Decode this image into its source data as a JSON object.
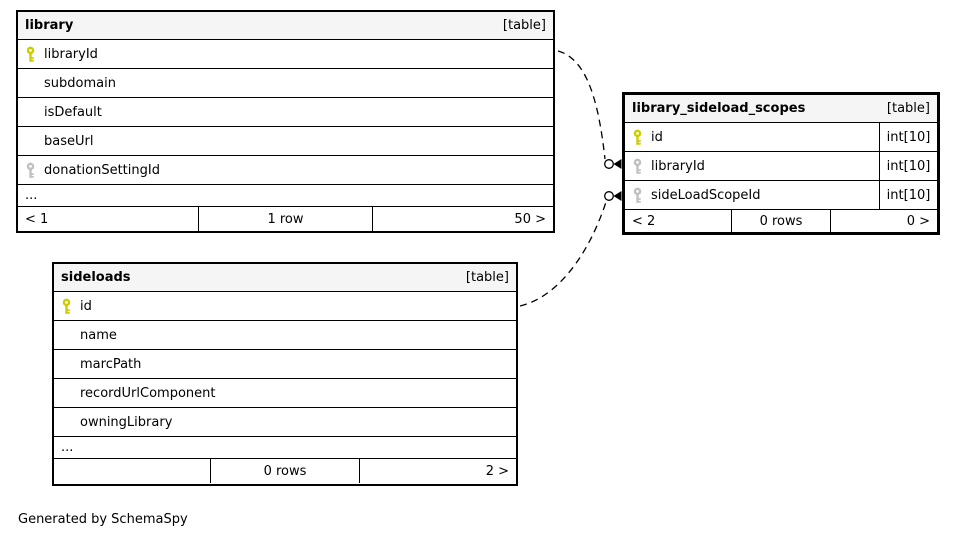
{
  "diagram": {
    "footer_note": "Generated by SchemaSpy",
    "type": "database-schema-diagram"
  },
  "colors": {
    "primary_key_icon": "#cccc00",
    "foreign_key_icon": "#c0c0c0",
    "header_bg": "#f5f5f5",
    "border": "#000000",
    "background": "#ffffff"
  },
  "tables": [
    {
      "name": "library",
      "type_label": "[table]",
      "columns": [
        {
          "name": "libraryId",
          "key": "primary"
        },
        {
          "name": "subdomain",
          "key": "none"
        },
        {
          "name": "isDefault",
          "key": "none"
        },
        {
          "name": "baseUrl",
          "key": "none"
        },
        {
          "name": "donationSettingId",
          "key": "foreign"
        }
      ],
      "ellipsis": "...",
      "pager": {
        "prev": "< 1",
        "rows": "1 row",
        "next": "50 >"
      }
    },
    {
      "name": "library_sideload_scopes",
      "type_label": "[table]",
      "columns": [
        {
          "name": "id",
          "key": "primary",
          "type": "int[10]"
        },
        {
          "name": "libraryId",
          "key": "foreign",
          "type": "int[10]"
        },
        {
          "name": "sideLoadScopeId",
          "key": "foreign",
          "type": "int[10]"
        }
      ],
      "pager": {
        "prev": "< 2",
        "rows": "0 rows",
        "next": "0 >"
      }
    },
    {
      "name": "sideloads",
      "type_label": "[table]",
      "columns": [
        {
          "name": "id",
          "key": "primary"
        },
        {
          "name": "name",
          "key": "none"
        },
        {
          "name": "marcPath",
          "key": "none"
        },
        {
          "name": "recordUrlComponent",
          "key": "none"
        },
        {
          "name": "owningLibrary",
          "key": "none"
        }
      ],
      "ellipsis": "...",
      "pager": {
        "prev": "",
        "rows": "0 rows",
        "next": "2 >"
      }
    }
  ],
  "relationships": [
    {
      "from": "library.libraryId",
      "to": "library_sideload_scopes.libraryId",
      "style": "dashed",
      "end_marker": "circle-arrow"
    },
    {
      "from": "sideloads.id",
      "to": "library_sideload_scopes.sideLoadScopeId",
      "style": "dashed",
      "end_marker": "circle-arrow"
    }
  ]
}
